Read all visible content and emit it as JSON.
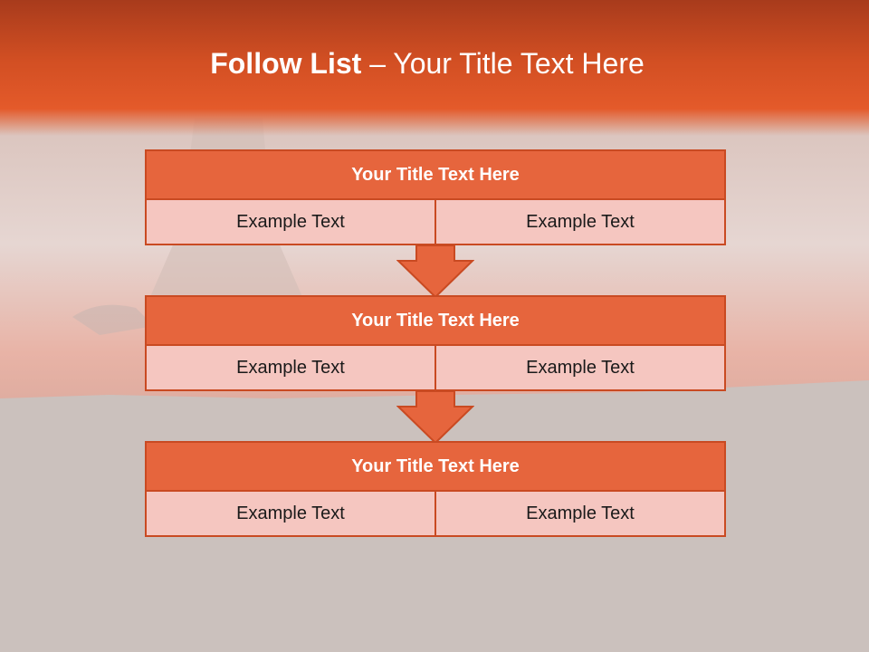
{
  "slide": {
    "title_bold": "Follow List",
    "title_rest": " – Your Title Text Here"
  },
  "colors": {
    "accent": "#e6653d",
    "border": "#c94a22",
    "cell_fill": "#f5c6c0",
    "header_top": "#a83b1c"
  },
  "steps": [
    {
      "title": "Your Title Text Here",
      "left": "Example Text",
      "right": "Example Text"
    },
    {
      "title": "Your Title Text Here",
      "left": "Example Text",
      "right": "Example Text"
    },
    {
      "title": "Your Title Text Here",
      "left": "Example Text",
      "right": "Example Text"
    }
  ]
}
